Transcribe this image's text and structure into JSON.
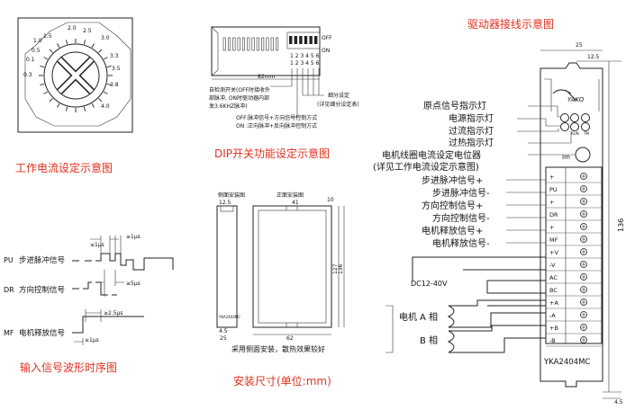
{
  "captions": {
    "current_setting": "工作电流设定示意图",
    "dip_function": "DIP开关功能设定示意图",
    "wiring": "驱动器接线示意图",
    "timing": "输入信号波形时序图",
    "install_size": "安装尺寸(单位:mm)"
  },
  "dial": {
    "values": [
      "0.1",
      "0.3",
      "0.5",
      "1.0",
      "1.5",
      "2.0",
      "2.5",
      "3.0",
      "3.3",
      "3.5",
      "3.8",
      "4.0"
    ]
  },
  "dip": {
    "off_label": "OFF",
    "on_label": "ON",
    "numbers": "1 2 3 4 5 6",
    "dim": "82mm",
    "left_note": [
      "自检测开关(OFF时接收外",
      "部脉冲, ON时驱动器内部",
      "发3.6KHZ脉冲)"
    ],
    "right_note": [
      "细分设定",
      "(详见细分设定表)"
    ],
    "mode_note": [
      "OFF:脉冲信号+方向信号控制方式",
      "ON :正向脉冲+反向脉冲控制方式"
    ]
  },
  "timing": {
    "signals": [
      {
        "code": "PU",
        "name": "步进脉冲信号"
      },
      {
        "code": "DR",
        "name": "方向控制信号"
      },
      {
        "code": "MF",
        "name": "电机释放信号"
      }
    ],
    "t1": "≤1μs",
    "t2": "≥1μs",
    "t3": "≥5μs",
    "t4": "≥2.5μs",
    "t5": "≥1μs"
  },
  "install": {
    "side_title": "侧面安装图",
    "front_title": "正面安装图",
    "dim_12_5": "12.5",
    "dim_41": "41",
    "dim_10": "10",
    "dim_4_5": "4.5",
    "dim_25": "25",
    "dim_62": "62",
    "dim_127": "127",
    "dim_136": "136",
    "model_small": "YKA2404MC",
    "note": "采用侧面安装，散热效果较好"
  },
  "wiring": {
    "dim_top": "25",
    "dim_inner": "12.5",
    "dim_height": "136",
    "dim_bottom": "4.5",
    "logo": "YAKO",
    "led_codes": [
      "RUN",
      "TM"
    ],
    "knob": "Im",
    "model": "YKA2404MC",
    "supply": "DC12-40V",
    "motor": "电机",
    "phase_a": "A 相",
    "phase_b": "B 相",
    "labels": [
      "原点信号指示灯",
      "电源指示灯",
      "过流指示灯",
      "过热指示灯",
      "电机线圈电流设定电位器",
      "(详见工作电流设定示意图)",
      "步进脉冲信号+",
      "步进脉冲信号-",
      "方向控制信号+",
      "方向控制信号-",
      "电机释放信号+",
      "电机释放信号-"
    ],
    "terminals": [
      "+",
      "PU",
      "+",
      "DR",
      "+",
      "MF",
      "+V",
      "-V",
      "AC",
      "BC",
      "+A",
      "-A",
      "+B",
      "-B"
    ]
  }
}
